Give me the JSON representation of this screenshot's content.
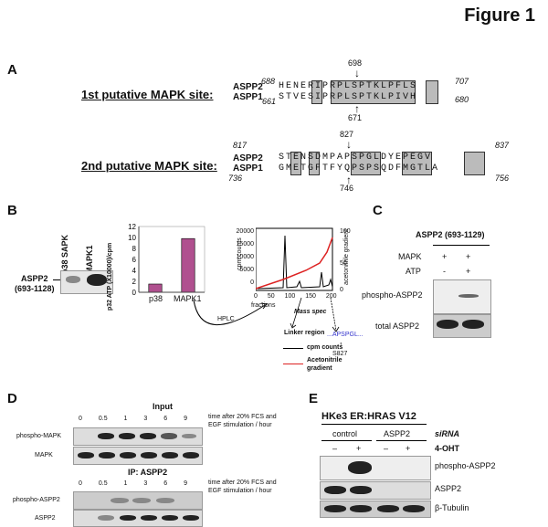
{
  "figure": {
    "title": "Figure 1"
  },
  "panelA": {
    "letter": "A",
    "site1": {
      "label": "1st putative MAPK site:",
      "row1": {
        "protein": "ASPP2",
        "start": "688",
        "seq": "HENERIPRPLSPTKLPFLS",
        "end": "707"
      },
      "row2": {
        "protein": "ASPP1",
        "start": "661",
        "seq": "STVESIPRPLSPTKLPIVH",
        "end": "680"
      },
      "top_site": "698",
      "bottom_site": "671"
    },
    "site2": {
      "label": "2nd putative MAPK site:",
      "row1": {
        "protein": "ASPP2",
        "start": "817",
        "seq": "STENSDMPAPSPGLDYEPEGV",
        "end": "837"
      },
      "row2": {
        "protein": "ASPP1",
        "start": "736",
        "seq": "GMETGFTFYQPSPSQDFMGTLA",
        "end": "756"
      },
      "top_site": "827",
      "bottom_site": "746"
    }
  },
  "panelB": {
    "letter": "B",
    "lanes": [
      "p38 SAPK",
      "MAPK1"
    ],
    "blot_label": "ASPP2\n(693-1128)",
    "bar_chart": {
      "ylabel": "p32 ATP (X10000)/cpm",
      "categories": [
        "p38",
        "MAPK1"
      ],
      "values": [
        1.5,
        9.8
      ],
      "yticks": [
        "0",
        "2",
        "4",
        "6",
        "8",
        "10",
        "12"
      ],
      "ylim": [
        0,
        12
      ],
      "color": "#b0508f"
    },
    "hplc_label": "HPLC",
    "trace": {
      "ylabel": "cpm counts",
      "y2label": "acetonitrile gradient",
      "yticks": [
        "0",
        "5000",
        "10000",
        "15000",
        "20000"
      ],
      "y2ticks": [
        "0",
        "50",
        "100"
      ],
      "xticks": [
        "0",
        "50",
        "100",
        "150",
        "200"
      ],
      "xlabel": "fractions",
      "mass_spec": "Mass spec",
      "linker": "Linker region",
      "peptide": "...APSPGL...",
      "site": "S827",
      "legend_cpm": "cpm counts",
      "legend_aceto": "Acetonitrile gradient"
    }
  },
  "panelC": {
    "letter": "C",
    "title": "ASPP2 (693-1129)",
    "rows": [
      {
        "name": "MAPK",
        "vals": [
          "+",
          "+"
        ]
      },
      {
        "name": "ATP",
        "vals": [
          "-",
          "+"
        ]
      }
    ],
    "phospho": "phospho-ASPP2",
    "total": "total ASPP2"
  },
  "panelD": {
    "letter": "D",
    "input_title": "Input",
    "timepoints": [
      "0",
      "0.5",
      "1",
      "3",
      "6",
      "9"
    ],
    "time_label": "time after 20% FCS and EGF stimulation / hour",
    "rows_input": [
      "phospho-MAPK",
      "MAPK"
    ],
    "ip_title": "IP: ASPP2",
    "rows_ip": [
      "phospho-ASPP2",
      "ASPP2"
    ]
  },
  "panelE": {
    "letter": "E",
    "title": "HKe3 ER:HRAS V12",
    "groups": [
      "control",
      "ASPP2"
    ],
    "sirna": "siRNA",
    "ohtvals": [
      "–",
      "+",
      "–",
      "+"
    ],
    "oht": "4-OHT",
    "rows": [
      "phospho-ASPP2",
      "ASPP2",
      "β-Tubulin"
    ]
  }
}
